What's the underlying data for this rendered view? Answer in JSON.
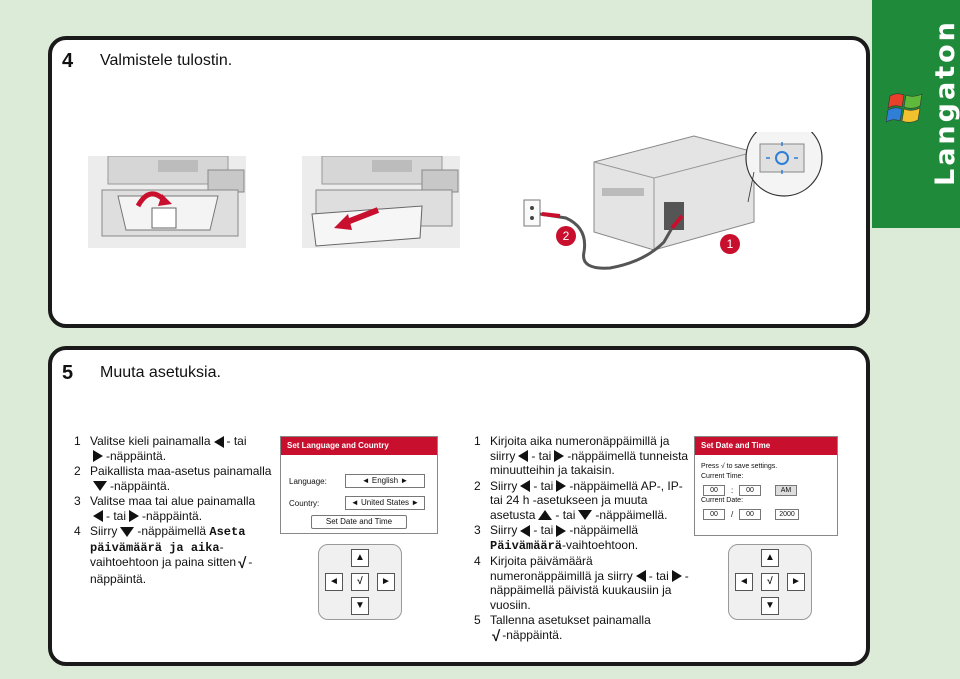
{
  "side_tab": {
    "text": "Langaton",
    "logo_icon": "windows-logo-icon"
  },
  "step4": {
    "number": "4",
    "title": "Valmistele tulostin.",
    "callout_1": "1",
    "callout_2": "2"
  },
  "step5": {
    "number": "5",
    "title": "Muuta asetuksia.",
    "left_instructions": [
      {
        "n": "1",
        "parts": [
          "Valitse kieli painamalla",
          "- tai",
          "-näppäintä."
        ]
      },
      {
        "n": "2",
        "parts": [
          "Paikallista maa-asetus painamalla",
          "-näppäintä."
        ]
      },
      {
        "n": "3",
        "parts": [
          "Valitse maa tai alue painamalla",
          "- tai",
          "-näppäintä."
        ]
      },
      {
        "n": "4",
        "parts": [
          "Siirry",
          "-näppäimellä",
          "Aseta päivämäärä ja aika",
          "-vaihtoehtoon ja paina sitten",
          "-näppäintä."
        ]
      }
    ],
    "screen1": {
      "header": "Set Language and Country",
      "language_label": "Language:",
      "language_value": "English",
      "country_label": "Country:",
      "country_value": "United States",
      "button": "Set Date and Time"
    },
    "right_instructions": [
      {
        "n": "1",
        "parts": [
          "Kirjoita aika numeronäppäimillä ja siirry",
          "- tai",
          "-näppäimellä tunneista minuutteihin ja takaisin."
        ]
      },
      {
        "n": "2",
        "parts": [
          "Siirry",
          "- tai",
          "-näppäimellä AP-, IP- tai 24 h -asetukseen ja muuta asetusta",
          "- tai",
          "-näppäimellä."
        ]
      },
      {
        "n": "3",
        "parts": [
          "Siirry",
          "- tai",
          "-näppäimellä",
          "Päivämäärä",
          "-vaihtoehtoon."
        ]
      },
      {
        "n": "4",
        "parts": [
          "Kirjoita päivämäärä numeronäppäimillä ja siirry",
          "- tai",
          "-näppäimellä päivistä kuukausiin ja vuosiin."
        ]
      },
      {
        "n": "5",
        "parts": [
          "Tallenna asetukset painamalla",
          "-näppäintä."
        ]
      }
    ],
    "screen2": {
      "header": "Set Date and Time",
      "press_text": "Press",
      "press_suffix": "to save settings.",
      "time_label": "Current Time:",
      "hour": "00",
      "minute": "00",
      "ampm": "AM",
      "date_label": "Current Date:",
      "month": "00",
      "day": "00",
      "year": "2000"
    },
    "keypad": {
      "up": "▲",
      "down": "▼",
      "left": "◄",
      "right": "►",
      "ok": "√"
    }
  }
}
